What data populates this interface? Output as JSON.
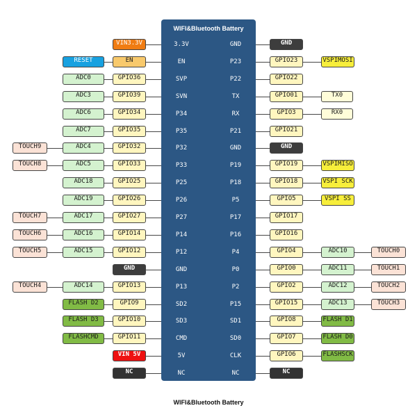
{
  "title": "WIFI&Bluetooth Battery",
  "caption": "WIFI&Bluetooth Battery",
  "colors": {
    "board": "#2c5784",
    "power": "#f07c12",
    "en": "#f8c96c",
    "gpio": "#fff6bf",
    "gnd": "#3d3d3d",
    "reset": "#18a1e0",
    "adc": "#d4f2cf",
    "touch": "#fbe2d6",
    "spi": "#f7ee3b",
    "uart": "#fffdd9",
    "flash": "#81bb45",
    "vin": "#ee1111",
    "nc": "#333333"
  },
  "left_pins": [
    {
      "gpio": "VIN3.3V",
      "gpio_style": "power",
      "inner": "3.3V"
    },
    {
      "gpio": "EN",
      "gpio_style": "en",
      "inner": "EN",
      "func": "RESET",
      "func_style": "reset"
    },
    {
      "gpio": "GPIO36",
      "inner": "SVP",
      "func": "ADC0",
      "func_style": "adc"
    },
    {
      "gpio": "GPIO39",
      "inner": "SVN",
      "func": "ADC3",
      "func_style": "adc"
    },
    {
      "gpio": "GPIO34",
      "inner": "P34",
      "func": "ADC6",
      "func_style": "adc"
    },
    {
      "gpio": "GPIO35",
      "inner": "P35",
      "func": "ADC7",
      "func_style": "adc"
    },
    {
      "gpio": "GPIO32",
      "inner": "P32",
      "func": "ADC4",
      "func_style": "adc",
      "touch": "TOUCH9"
    },
    {
      "gpio": "GPIO33",
      "inner": "P33",
      "func": "ADC5",
      "func_style": "adc",
      "touch": "TOUCH8"
    },
    {
      "gpio": "GPIO25",
      "inner": "P25",
      "func": "ADC18",
      "func_style": "adc"
    },
    {
      "gpio": "GPIO26",
      "inner": "P26",
      "func": "ADC19",
      "func_style": "adc"
    },
    {
      "gpio": "GPIO27",
      "inner": "P27",
      "func": "ADC17",
      "func_style": "adc",
      "touch": "TOUCH7"
    },
    {
      "gpio": "GPIO14",
      "inner": "P14",
      "func": "ADC16",
      "func_style": "adc",
      "touch": "TOUCH6"
    },
    {
      "gpio": "GPIO12",
      "inner": "P12",
      "func": "ADC15",
      "func_style": "adc",
      "touch": "TOUCH5"
    },
    {
      "gpio": "GND",
      "gpio_style": "gnd",
      "inner": "GND"
    },
    {
      "gpio": "GPIO13",
      "inner": "P13",
      "func": "ADC14",
      "func_style": "adc",
      "touch": "TOUCH4"
    },
    {
      "gpio": "GPIO9",
      "inner": "SD2",
      "func": "FLASH D2",
      "func_style": "flash"
    },
    {
      "gpio": "GPIO10",
      "inner": "SD3",
      "func": "FLASH D3",
      "func_style": "flash"
    },
    {
      "gpio": "GPIO11",
      "inner": "CMD",
      "func": "FLASHCMD",
      "func_style": "flash"
    },
    {
      "gpio": "VIN 5V",
      "gpio_style": "vin",
      "inner": "5V"
    },
    {
      "gpio": "NC",
      "gpio_style": "nc",
      "inner": "NC"
    }
  ],
  "right_pins": [
    {
      "gpio": "GND",
      "gpio_style": "gnd",
      "inner": "GND"
    },
    {
      "gpio": "GPIO23",
      "inner": "P23",
      "func": "VSPIMOSI",
      "func_style": "spi"
    },
    {
      "gpio": "GPIO22",
      "inner": "P22"
    },
    {
      "gpio": "GPIO01",
      "inner": "TX",
      "func": "TX0",
      "func_style": "uart"
    },
    {
      "gpio": "GPIO3",
      "inner": "RX",
      "func": "RX0",
      "func_style": "uart"
    },
    {
      "gpio": "GPIO21",
      "inner": "P21"
    },
    {
      "gpio": "GND",
      "gpio_style": "gnd",
      "inner": "GND"
    },
    {
      "gpio": "GPIO19",
      "inner": "P19",
      "func": "VSPIMISO",
      "func_style": "spi"
    },
    {
      "gpio": "GPIO18",
      "inner": "P18",
      "func": "VSPI SCK",
      "func_style": "spi"
    },
    {
      "gpio": "GPIO5",
      "inner": "P5",
      "func": "VSPI SS",
      "func_style": "spi"
    },
    {
      "gpio": "GPIO17",
      "inner": "P17"
    },
    {
      "gpio": "GPIO16",
      "inner": "P16"
    },
    {
      "gpio": "GPIO4",
      "inner": "P4",
      "func": "ADC10",
      "func_style": "adc",
      "touch": "TOUCH0"
    },
    {
      "gpio": "GPIO0",
      "inner": "P0",
      "func": "ADC11",
      "func_style": "adc",
      "touch": "TOUCH1"
    },
    {
      "gpio": "GPIO2",
      "inner": "P2",
      "func": "ADC12",
      "func_style": "adc",
      "touch": "TOUCH2"
    },
    {
      "gpio": "GPIO15",
      "inner": "P15",
      "func": "ADC13",
      "func_style": "adc",
      "touch": "TOUCH3"
    },
    {
      "gpio": "GPIO8",
      "inner": "SD1",
      "func": "FLASH D1",
      "func_style": "flash"
    },
    {
      "gpio": "GPIO7",
      "inner": "SD0",
      "func": "FLASH D0",
      "func_style": "flash"
    },
    {
      "gpio": "GPIO6",
      "inner": "CLK",
      "func": "FLASHSCK",
      "func_style": "flash"
    },
    {
      "gpio": "NC",
      "gpio_style": "nc",
      "inner": "NC"
    }
  ]
}
